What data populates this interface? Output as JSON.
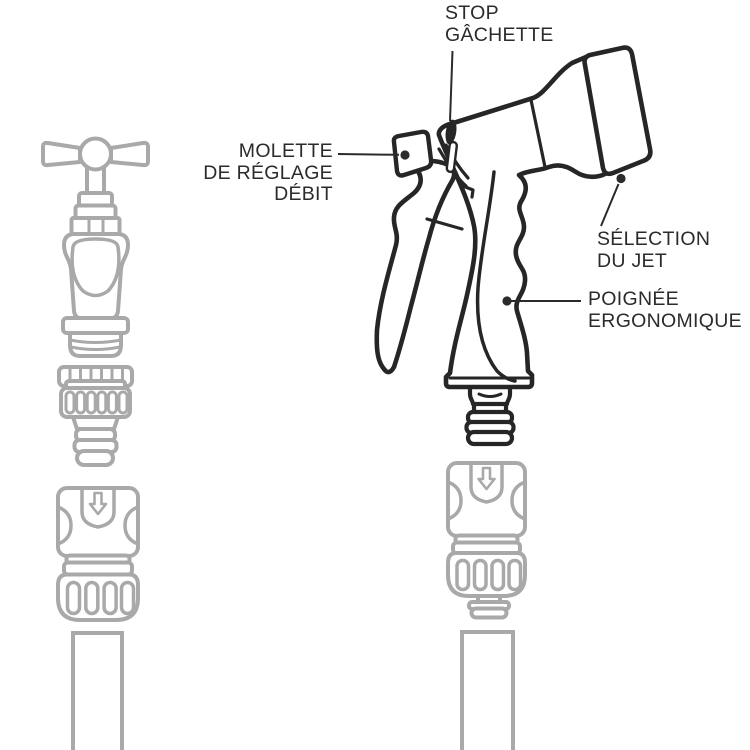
{
  "figure": {
    "kind": "product-technical-diagram",
    "subject": "Pistolet d'arrosage avec raccords et robinet",
    "colors": {
      "background": "#ffffff",
      "dark_outline": "#262626",
      "gray_outline": "#a9a9a9",
      "label_text": "#2b2b2b"
    },
    "labels": {
      "stop_gachette": {
        "line1": "STOP",
        "line2": "GÂCHETTE"
      },
      "molette": {
        "line1": "MOLETTE",
        "line2": "DE RÉGLAGE",
        "line3": "DÉBIT"
      },
      "selection_jet": {
        "line1": "SÉLECTION",
        "line2": "DU JET"
      },
      "poignee": {
        "line1": "POIGNÉE",
        "line2": "ERGONOMIQUE"
      }
    },
    "parts_depicted": [
      "robinet",
      "nez de robinet",
      "raccord rapide",
      "tuyau",
      "pistolet d'arrosage",
      "raccord rapide côté pistolet",
      "tuyau côté pistolet"
    ]
  }
}
